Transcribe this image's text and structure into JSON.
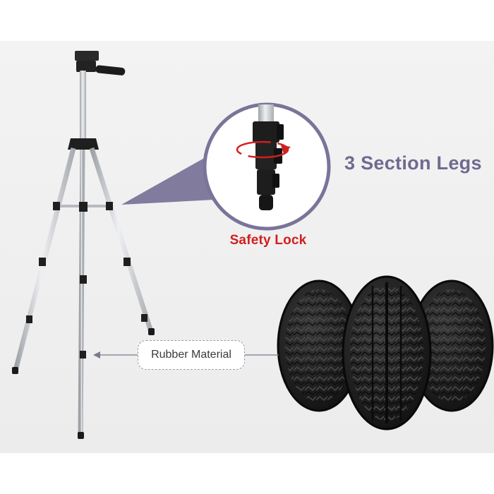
{
  "labels": {
    "safety_lock": "Safety Lock",
    "section_legs": "3 Section Legs",
    "rubber_material": "Rubber Material"
  },
  "colors": {
    "background": "#f1f1f1",
    "accent_purple": "#7a7499",
    "safety_red": "#d11f1f",
    "heading_purple": "#6e6a90",
    "tripod_silver": "#c9ccd0",
    "rubber_black": "#1c1c1c"
  },
  "icons": {
    "circle_arrow": "rotate-arrow-icon",
    "pointer_arrow": "arrow-left-icon"
  }
}
